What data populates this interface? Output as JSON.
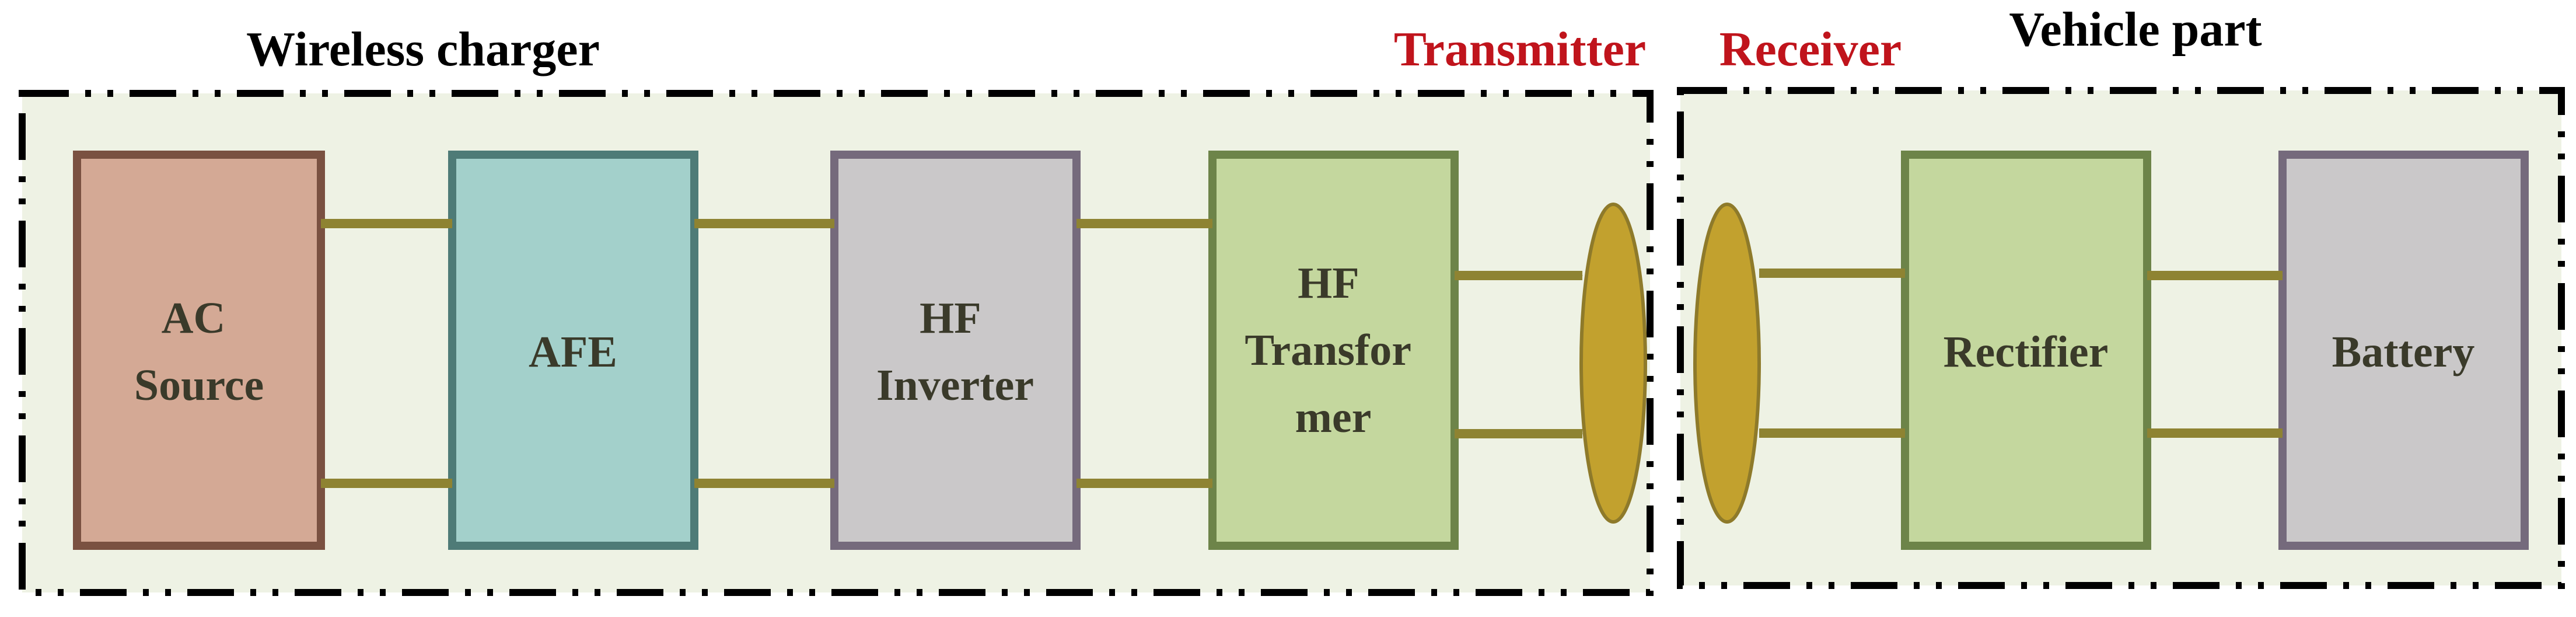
{
  "regions": {
    "wireless_charger": {
      "label": "Wireless charger"
    },
    "vehicle_part": {
      "label": "Vehicle part"
    }
  },
  "coil_labels": {
    "transmitter": "Transmitter",
    "receiver": "Receiver"
  },
  "blocks": {
    "ac_source": {
      "lines": [
        "AC",
        "Source"
      ],
      "fill": "#d4a995",
      "stroke": "#7a5141"
    },
    "afe": {
      "lines": [
        "AFE"
      ],
      "fill": "#a3d0cb",
      "stroke": "#4e7b77"
    },
    "hf_inverter": {
      "lines": [
        "HF",
        "Inverter"
      ],
      "fill": "#cac8c9",
      "stroke": "#756a7c"
    },
    "hf_transformer": {
      "lines": [
        "HF",
        "Transfor",
        "mer"
      ],
      "fill": "#c4d79e",
      "stroke": "#6d8449"
    },
    "rectifier": {
      "lines": [
        "Rectifier"
      ],
      "fill": "#c4d79e",
      "stroke": "#6d8449"
    },
    "battery": {
      "lines": [
        "Battery"
      ],
      "fill": "#cac8c9",
      "stroke": "#756a7c"
    }
  },
  "colors": {
    "region_bg": "#eef2e4",
    "arrow": "#8e8332",
    "coil_fill": "#c2a12e",
    "coil_stroke": "#8e7a2a",
    "label_dark": "#000000",
    "label_red": "#c0141c"
  }
}
